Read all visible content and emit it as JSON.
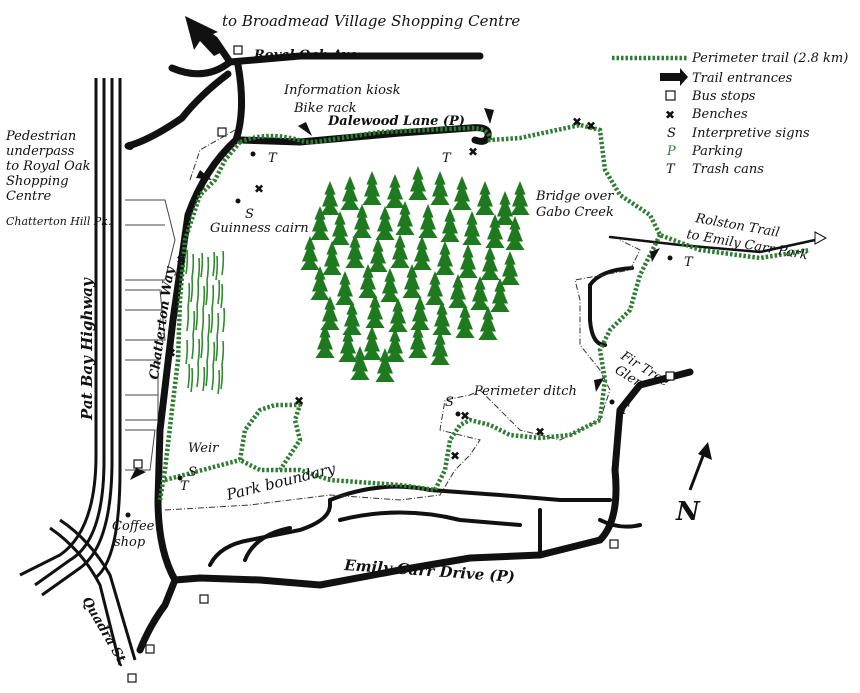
{
  "north_label": "N",
  "destination": {
    "label": "to Broadmead Village Shopping Centre"
  },
  "roads": {
    "royal_oak": "Royal Oak Ave.",
    "dalewood": "Dalewood Lane (P)",
    "chatterton_way": "Chatterton Way",
    "pat_bay": "Pat Bay Highway",
    "quadra": "Quadra St.",
    "emily_carr": "Emily Carr Drive (P)",
    "chatterton_hill": "Chatterton Hill Pk."
  },
  "labels": {
    "info_kiosk": "Information kiosk",
    "bike_rack": "Bike rack",
    "pedestrian_1": "Pedestrian",
    "pedestrian_2": "underpass",
    "pedestrian_3": "to Royal Oak",
    "pedestrian_4": "Shopping",
    "pedestrian_5": "Centre",
    "guinness": "Guinness cairn",
    "bridge_1": "Bridge over",
    "bridge_2": "Gabo Creek",
    "rolston_1": "Rolston Trail",
    "rolston_2": "to Emily Carr Park",
    "fir_tree_1": "Fir Tree",
    "fir_tree_2": "Glen",
    "perimeter_ditch": "Perimeter ditch",
    "weir": "Weir",
    "park_boundary": "Park boundary",
    "coffee_1": "Coffee",
    "coffee_2": "shop"
  },
  "symbols": {
    "s": "S",
    "t": "T"
  },
  "legend": {
    "perimeter": "Perimeter trail (2.8 km)",
    "entrances": "Trail entrances",
    "bus": "Bus stops",
    "benches": "Benches",
    "signs": "Interpretive signs",
    "parking": "Parking",
    "trash": "Trash cans",
    "sym_s": "S",
    "sym_p": "P",
    "sym_t": "T"
  },
  "colors": {
    "trail": "#2e7d32",
    "trees": "#1f7a1f",
    "roads": "#111111"
  }
}
